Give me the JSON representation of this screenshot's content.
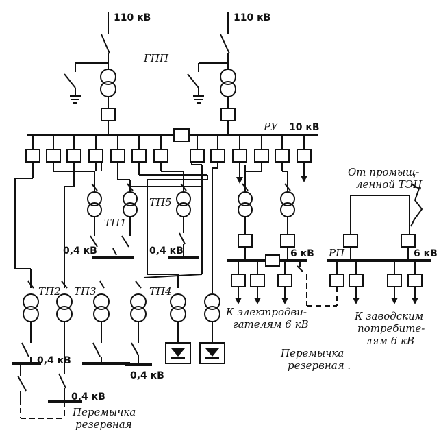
{
  "labels": {
    "v110_left": "110 кВ",
    "v110_right": "110 кВ",
    "gpp": "ГПП",
    "ru": "РУ",
    "ru_voltage": "10 кВ",
    "tp1": "ТП1",
    "tp5": "ТП5",
    "tp2": "ТП2",
    "tp3": "ТП3",
    "tp4": "ТП4",
    "v04_tp1": "0,4 кВ",
    "v04_tp5": "0,4 кВ",
    "v04_tp2": "0,4 кВ",
    "v04_tp3": "0,4 кВ",
    "v04_tp4": "0,4 кВ",
    "v6_left": "6 кВ",
    "v6_rp": "6 кВ",
    "rp": "РП",
    "tec_line1": "От промыщ-",
    "tec_line2": "ленной ТЭЦ",
    "motors_line1": "К электродви-",
    "motors_line2": "гателям 6 кВ",
    "consumers_line1": "К заводским",
    "consumers_line2": "потребите-",
    "consumers_line3": "лям 6 кВ",
    "jumper_mid_line1": "Перемычка",
    "jumper_mid_line2": "резервная .",
    "jumper_bot_line1": "Перемычка",
    "jumper_bot_line2": "резервная"
  },
  "colors": {
    "ink": "#111111",
    "paper": "#ffffff"
  }
}
